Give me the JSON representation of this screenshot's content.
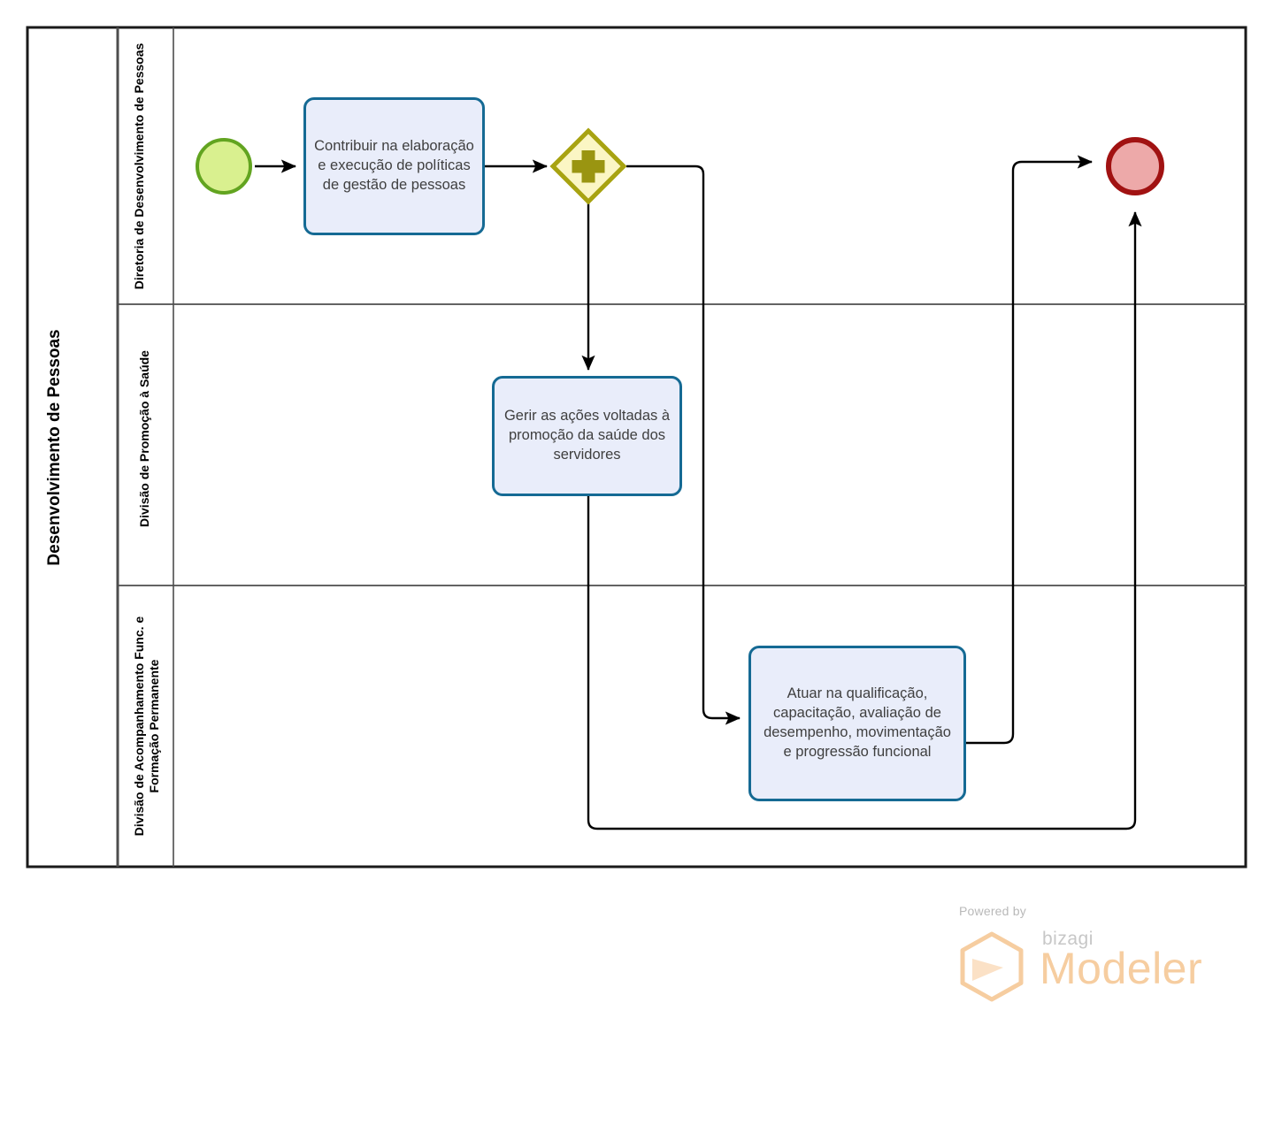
{
  "diagram": {
    "type": "bpmn-pool-lane-process",
    "notation": "BPMN 2.0",
    "pool": {
      "name": "Desenvolvimento de Pessoas"
    },
    "lanes": [
      {
        "id": "lane-diretoria",
        "name": "Diretoria de Desenvolvimento de Pessoas"
      },
      {
        "id": "lane-saude",
        "name": "Divisão de Promoção à Saúde"
      },
      {
        "id": "lane-acompanhamento",
        "name": "Divisão de Acompanhamento Func. e Formação Permanente"
      }
    ],
    "nodes": [
      {
        "id": "start-event",
        "kind": "start-event",
        "lane": "lane-diretoria",
        "label": ""
      },
      {
        "id": "task-politicas",
        "kind": "task",
        "lane": "lane-diretoria",
        "label": "Contribuir na elaboração e execução de políticas de gestão de pessoas"
      },
      {
        "id": "gateway-parallel",
        "kind": "parallel-gateway",
        "lane": "lane-diretoria",
        "label": "",
        "marker": "plus"
      },
      {
        "id": "task-saude",
        "kind": "task",
        "lane": "lane-saude",
        "label": "Gerir as ações voltadas à promoção da saúde dos servidores"
      },
      {
        "id": "task-qualificacao",
        "kind": "task",
        "lane": "lane-acompanhamento",
        "label": "Atuar na qualificação, capacitação, avaliação de desempenho, movimentação e progressão funcional"
      },
      {
        "id": "end-event",
        "kind": "end-event",
        "lane": "lane-diretoria",
        "label": ""
      }
    ],
    "flows": [
      {
        "id": "flow-1",
        "from": "start-event",
        "to": "task-politicas",
        "label": ""
      },
      {
        "id": "flow-2",
        "from": "task-politicas",
        "to": "gateway-parallel",
        "label": ""
      },
      {
        "id": "flow-3",
        "from": "gateway-parallel",
        "to": "task-saude",
        "label": ""
      },
      {
        "id": "flow-4",
        "from": "gateway-parallel",
        "to": "task-qualificacao",
        "label": ""
      },
      {
        "id": "flow-5",
        "from": "task-saude",
        "to": "end-event",
        "label": ""
      },
      {
        "id": "flow-6",
        "from": "task-qualificacao",
        "to": "end-event",
        "label": ""
      }
    ]
  },
  "colors": {
    "task_fill": "#e9edfa",
    "task_stroke": "#156a94",
    "task_text": "#3f3f3f",
    "gateway_fill": "#fbf6c4",
    "gateway_stroke": "#a8a311",
    "gateway_marker": "#9a9511",
    "start_fill": "#d9f08f",
    "start_stroke": "#62a420",
    "end_fill": "#eda9a9",
    "end_stroke": "#a11212",
    "pool_border": "#000000",
    "lane_divider": "#4d4d4d",
    "flow_line": "#000000",
    "logo_orange": "#f6cda0",
    "logo_gray": "#c7c7c7"
  },
  "footer": {
    "powered_by": "Powered by",
    "brand": "bizagi",
    "product": "Modeler"
  }
}
